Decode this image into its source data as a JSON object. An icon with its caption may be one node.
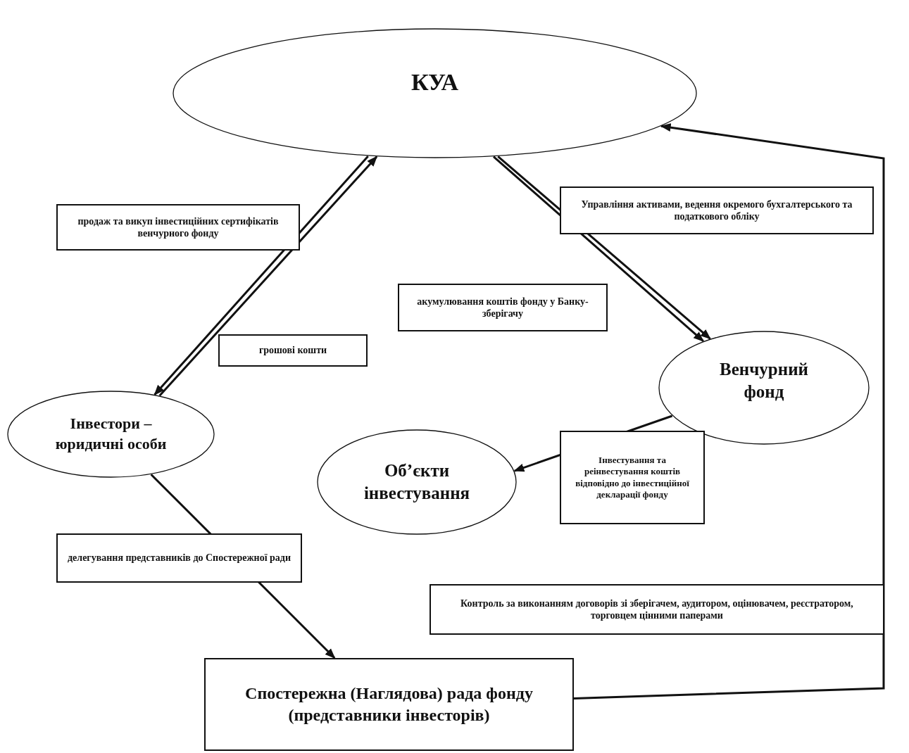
{
  "diagram": {
    "nodes": [
      {
        "text": [
          "КУА"
        ]
      },
      {
        "text": [
          "Інвестори – юридичні особи"
        ]
      },
      {
        "text": [
          "Венчурний фонд"
        ]
      },
      {
        "text": [
          "Об’єкти інвестування"
        ]
      },
      {
        "text": [
          "Спостережна (Наглядова) рада фонду (представники інвесторів)"
        ]
      }
    ],
    "edges": [
      {
        "from": 0,
        "to": 1,
        "arrow": "to",
        "label": "продаж та викуп інвестиційних сертифікатів венчурного фонду"
      },
      {
        "from": 1,
        "to": 0,
        "arrow": "to",
        "label": "грошові кошти"
      },
      {
        "from": 0,
        "to": 2,
        "arrow": "to",
        "label": "акумулювання коштів фонду у Банку-зберігачу"
      },
      {
        "from": 0,
        "to": 2,
        "arrow": "to",
        "label": "Управління активами, ведення окремого бухгалтерського та податкового обліку"
      },
      {
        "from": 2,
        "to": 3,
        "arrow": "to",
        "label": "Інвестування та реінвестування коштів відповідно до інвестиційної декларації фонду"
      },
      {
        "from": 1,
        "to": 4,
        "arrow": "to",
        "label": "делегування представників до Спостережної ради"
      },
      {
        "from": 4,
        "to": 0,
        "arrow": "to",
        "label": "Контроль за виконанням договорів зі зберігачем, аудитором, оцінювачем, реєстратором, торговцем цінними паперами"
      }
    ]
  }
}
